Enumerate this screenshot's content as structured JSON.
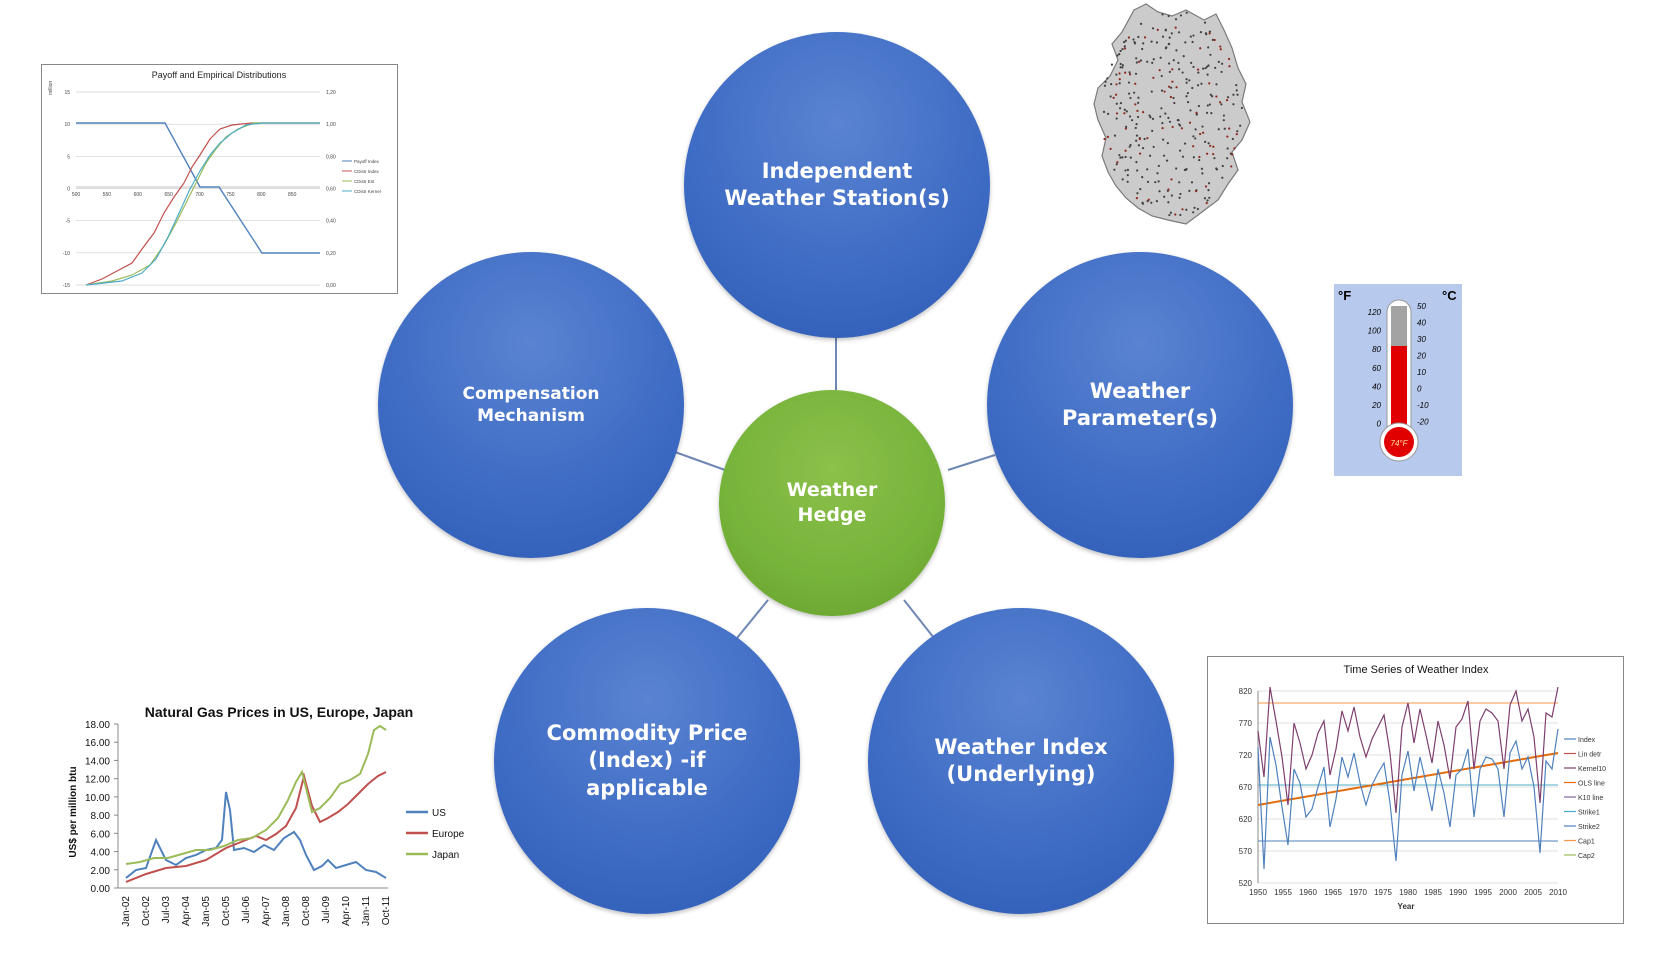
{
  "diagram": {
    "center": "Weather\nHedge",
    "nodes": {
      "stations": "Independent\nWeather Station(s)",
      "parameters": "Weather\nParameter(s)",
      "index": "Weather Index\n(Underlying)",
      "commodity": "Commodity Price\n(Index) -if\napplicable",
      "compensation": "Compensation\nMechanism"
    },
    "colors": {
      "blue": "#3f6cc4",
      "green": "#76b33a",
      "connector": "#6f87b5"
    }
  },
  "payoff_chart": {
    "title": "Payoff and Empirical Distributions",
    "ylabel": "million",
    "y_left_ticks": [
      "15",
      "10",
      "5",
      "0",
      "-5",
      "-10",
      "-15"
    ],
    "y_right_ticks": [
      "1,20",
      "1,00",
      "0,80",
      "0,60",
      "0,40",
      "0,20",
      "0,00"
    ],
    "x_ticks": [
      "500",
      "550",
      "600",
      "650",
      "700",
      "750",
      "800",
      "850"
    ],
    "legend": [
      "Payoff Index",
      "CDistr Index",
      "CDistr Est",
      "CDistr Kernel"
    ]
  },
  "gas_chart": {
    "title": "Natural Gas Prices in US, Europe, Japan",
    "ylabel": "US$ per million btu",
    "y_ticks": [
      "18.00",
      "16.00",
      "14.00",
      "12.00",
      "10.00",
      "8.00",
      "6.00",
      "4.00",
      "2.00",
      "0.00"
    ],
    "x_ticks": [
      "Jan-02",
      "Oct-02",
      "Jul-03",
      "Apr-04",
      "Jan-05",
      "Oct-05",
      "Jul-06",
      "Apr-07",
      "Jan-08",
      "Oct-08",
      "Jul-09",
      "Apr-10",
      "Jan-11",
      "Oct-11"
    ],
    "legend": [
      "US",
      "Europe",
      "Japan"
    ]
  },
  "index_chart": {
    "title": "Time Series of Weather Index",
    "xlabel": "Year",
    "y_ticks": [
      "820",
      "770",
      "720",
      "670",
      "620",
      "570",
      "520"
    ],
    "x_ticks": [
      "1950",
      "1955",
      "1960",
      "1965",
      "1970",
      "1975",
      "1980",
      "1985",
      "1990",
      "1995",
      "2000",
      "2005",
      "2010"
    ],
    "legend": [
      "Index",
      "Lin detr",
      "Kernel10",
      "OLS line",
      "K10 line",
      "Strike1",
      "Strike2",
      "Cap1",
      "Cap2"
    ]
  },
  "thermometer": {
    "f_label": "°F",
    "c_label": "°C",
    "f_ticks": [
      "120",
      "100",
      "80",
      "60",
      "40",
      "20",
      "0"
    ],
    "c_ticks": [
      "50",
      "40",
      "30",
      "20",
      "10",
      "0",
      "-10",
      "-20"
    ],
    "reading": "74°F"
  }
}
